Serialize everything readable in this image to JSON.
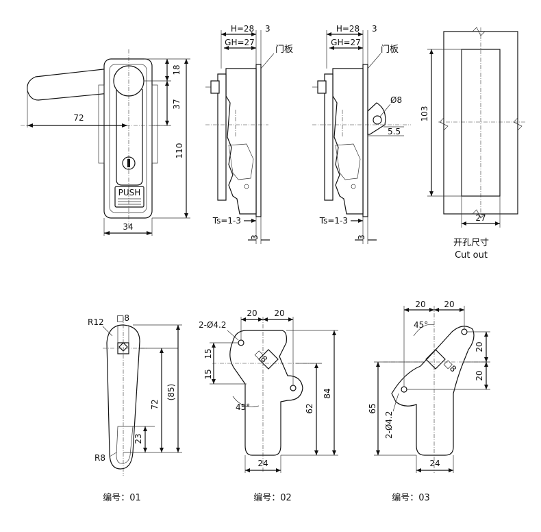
{
  "view_front": {
    "dim_72": "72",
    "dim_34": "34",
    "dim_18": "18",
    "dim_37": "37",
    "dim_110": "110",
    "push_label": "PUSH"
  },
  "view_side_a": {
    "dim_h": "H=28",
    "dim_3_top": "3",
    "dim_gh": "GH=27",
    "door_panel": "门板",
    "dim_ts": "Ts=1-3",
    "dim_3_bottom": "3"
  },
  "view_side_b": {
    "dim_h": "H=28",
    "dim_3_top": "3",
    "dim_gh": "GH=27",
    "door_panel": "门板",
    "dim_phi8": "Ø8",
    "dim_5_5": "5.5",
    "dim_ts": "Ts=1-3",
    "dim_3_bottom": "3"
  },
  "cutout": {
    "dim_103": "103",
    "dim_27": "27",
    "title_cn": "开孔尺寸",
    "title_en": "Cut out"
  },
  "handle_01": {
    "dim_r12": "R12",
    "dim_sq8": "□8",
    "dim_72": "72",
    "dim_85": "(85)",
    "dim_23": "23",
    "dim_r8": "R8",
    "caption": "编号：01"
  },
  "handle_02": {
    "dim_20a": "20",
    "dim_20b": "20",
    "dim_2phi": "2-Ø4.2",
    "dim_15a": "15",
    "dim_15b": "15",
    "dim_sq8": "□8",
    "dim_45": "45°",
    "dim_62": "62",
    "dim_84": "84",
    "dim_24": "24",
    "caption": "编号：02"
  },
  "handle_03": {
    "dim_20a": "20",
    "dim_20b": "20",
    "dim_45": "45°",
    "dim_20c": "20",
    "dim_20d": "20",
    "dim_sq8": "□8",
    "dim_65": "65",
    "dim_2phi": "2-Ø4.2",
    "dim_24": "24",
    "caption": "编号：03"
  }
}
